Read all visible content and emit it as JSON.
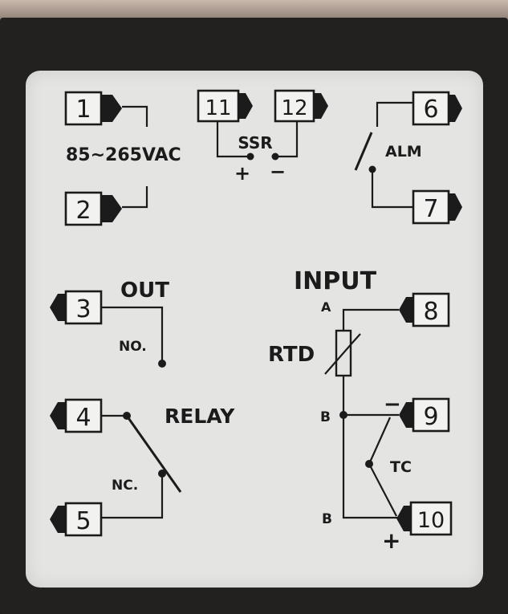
{
  "terminals": [
    {
      "id": "1",
      "label": "1"
    },
    {
      "id": "2",
      "label": "2"
    },
    {
      "id": "3",
      "label": "3"
    },
    {
      "id": "4",
      "label": "4"
    },
    {
      "id": "5",
      "label": "5"
    },
    {
      "id": "6",
      "label": "6"
    },
    {
      "id": "7",
      "label": "7"
    },
    {
      "id": "8",
      "label": "8"
    },
    {
      "id": "9",
      "label": "9"
    },
    {
      "id": "10",
      "label": "10"
    },
    {
      "id": "11",
      "label": "11"
    },
    {
      "id": "12",
      "label": "12"
    }
  ],
  "labels": {
    "power": "85~265VAC",
    "ssr": "SSR",
    "ssr_plus": "+",
    "ssr_minus": "−",
    "alm": "ALM",
    "out": "OUT",
    "no": "NO.",
    "nc": "NC.",
    "relay": "RELAY",
    "input": "INPUT",
    "a": "A",
    "rtd": "RTD",
    "b_top": "B",
    "b_bottom": "B",
    "tc": "TC",
    "tc_minus": "−",
    "tc_plus": "+"
  },
  "colors": {
    "plate": "#e4e4e2",
    "ink": "#1b1b1b",
    "bezel": "#232020"
  }
}
